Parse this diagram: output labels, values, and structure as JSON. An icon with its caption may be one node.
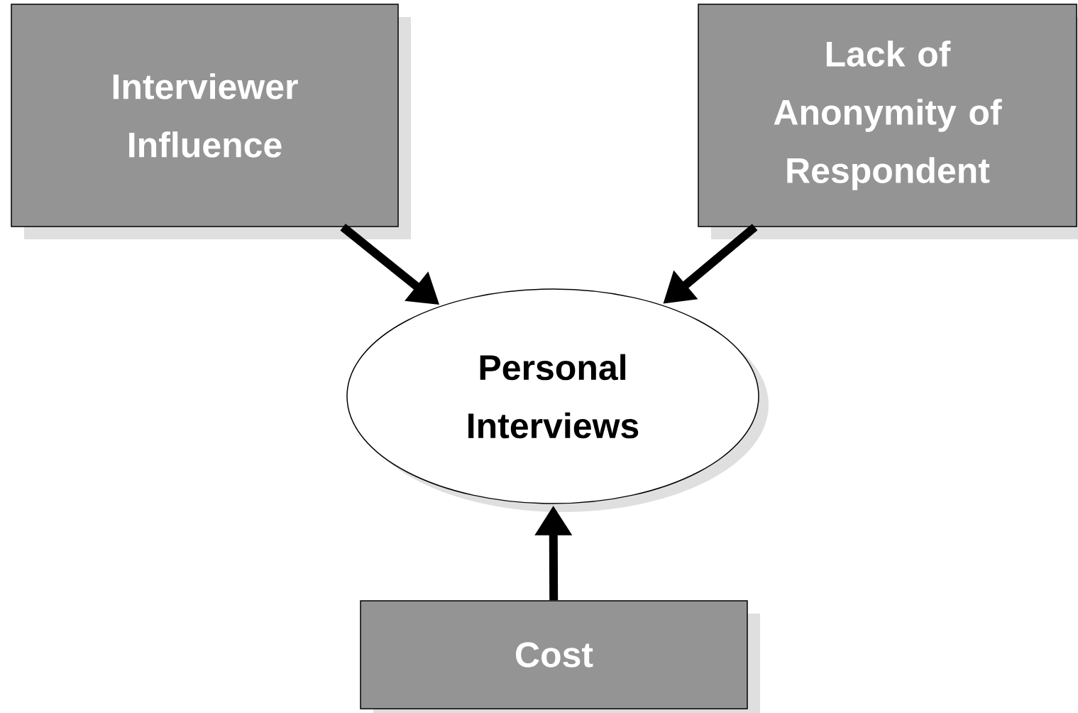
{
  "diagram": {
    "nodes": [
      {
        "text": [
          "Interviewer Influence"
        ]
      },
      {
        "text": [
          "Lack of Anonymity of Respondent"
        ]
      },
      {
        "text": [
          "Personal Interviews"
        ]
      },
      {
        "text": [
          "Cost"
        ]
      }
    ],
    "edges": [
      {
        "from": 0,
        "to": 2,
        "arrow": "to"
      },
      {
        "from": 1,
        "to": 2,
        "arrow": "to"
      },
      {
        "from": 3,
        "to": 2,
        "arrow": "to"
      }
    ]
  }
}
